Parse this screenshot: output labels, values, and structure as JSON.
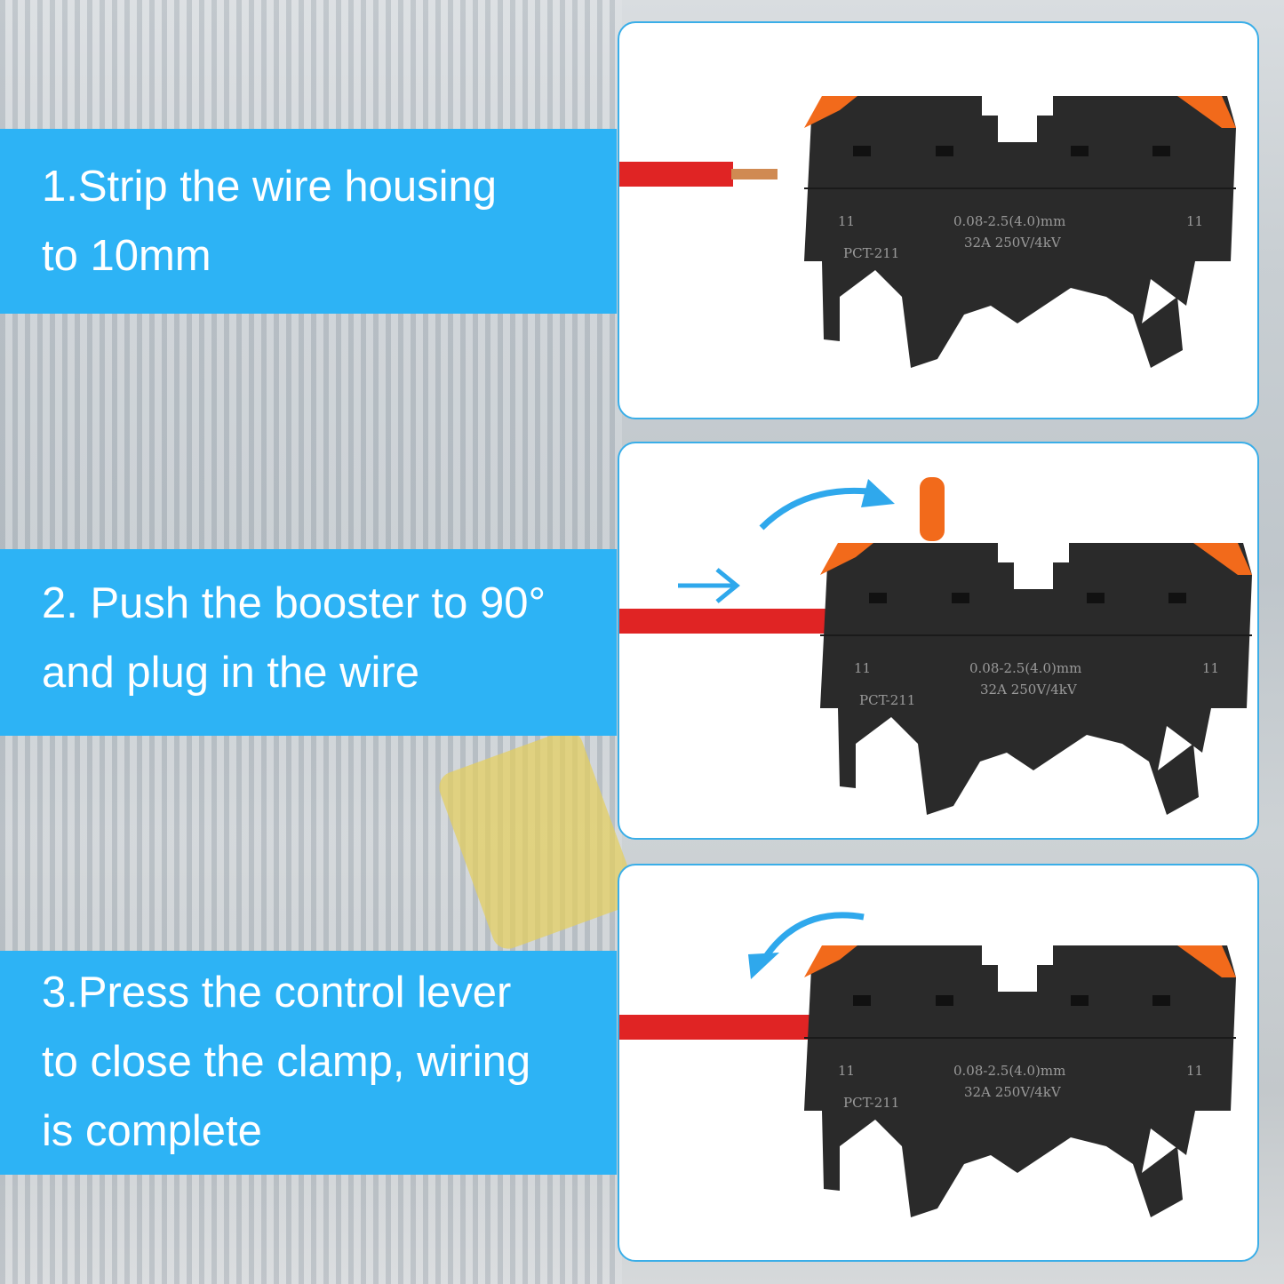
{
  "steps": [
    {
      "lines": [
        "1.Strip the wire housing",
        "to 10mm"
      ]
    },
    {
      "lines": [
        "2. Push the booster to 90°",
        "and plug in the wire"
      ]
    },
    {
      "lines": [
        "3.Press the control lever",
        "to close the clamp, wiring",
        "is complete"
      ]
    }
  ],
  "product_marking": {
    "pitch": "11",
    "spec": "0.08-2.5(4.0)mm",
    "rating": "32A 250V/4kV",
    "model": "PCT-211"
  },
  "colors": {
    "band": "#2db3f5",
    "wire": "#e02424",
    "lever": "#f26a1b",
    "body": "#2a2a2a",
    "arrow": "#2fa8ec"
  }
}
